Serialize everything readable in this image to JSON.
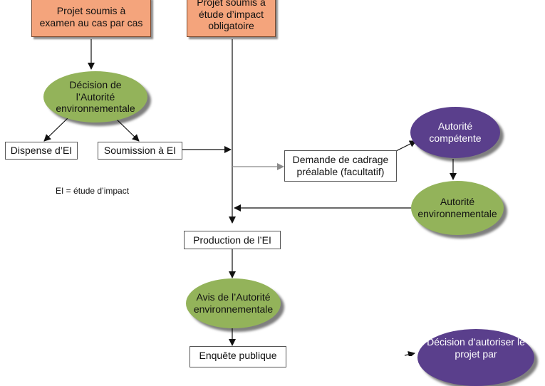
{
  "nodes": {
    "cas_par_cas": "Projet soumis à examen au cas par cas",
    "etude_obligatoire": "Projet soumis à étude d’impact obligatoire",
    "decision_ae": "Décision de l’Autorité environnementale",
    "dispense": "Dispense d’EI",
    "soumission": "Soumission à EI",
    "cadrage": "Demande de cadrage préalable (facultatif)",
    "autorite_competente": "Autorité compétente",
    "autorite_env": "Autorité environnementale",
    "production": "Production de l’EI",
    "avis_ae": "Avis de l’Autorité environnementale",
    "enquete": "Enquête publique",
    "decision_autoriser": "Décision d’autoriser le projet par"
  },
  "legend": "EI = étude d’impact",
  "colors": {
    "orange_box": "#f4a47c",
    "green_ellipse": "#93b35a",
    "purple_ellipse": "#5a3f8c",
    "line": "#111111",
    "grey_line": "#8a8a8a"
  }
}
